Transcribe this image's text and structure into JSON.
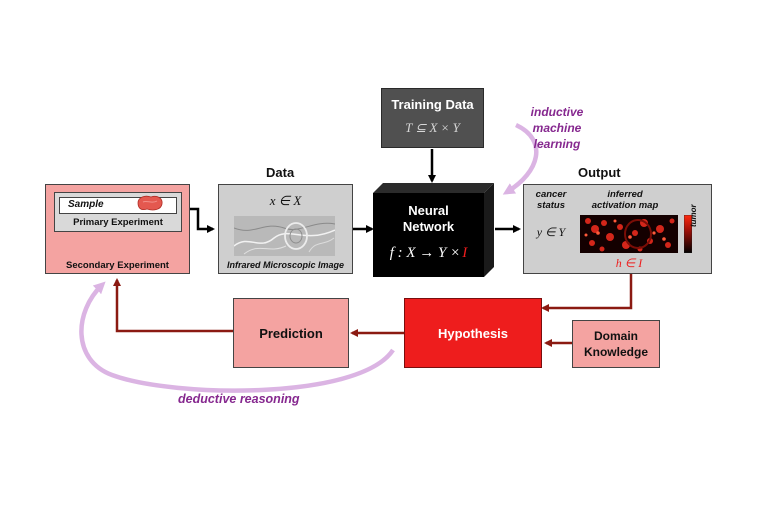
{
  "training": {
    "title": "Training Data",
    "formula": "T ⊆ X × Y"
  },
  "induction_label": [
    "inductive",
    "machine",
    "learning"
  ],
  "data_section": {
    "heading": "Data",
    "formula": "x ∈ X",
    "caption": "Infrared Microscopic Image"
  },
  "network": {
    "title_line1": "Neural",
    "title_line2": "Network",
    "formula_main": "f : X → Y ×",
    "formula_red": "I"
  },
  "output_section": {
    "heading": "Output",
    "cancer_status": [
      "cancer",
      "status"
    ],
    "activation_map": [
      "inferred",
      "activation map"
    ],
    "y_formula": "y ∈ Y",
    "h_formula": "h ∈ I",
    "colorbar_label": "tumor"
  },
  "experiment": {
    "sample": "Sample",
    "primary": "Primary Experiment",
    "secondary": "Secondary Experiment"
  },
  "prediction": "Prediction",
  "hypothesis": "Hypothesis",
  "domain_knowledge": [
    "Domain",
    "Knowledge"
  ],
  "deduction_label": "deductive reasoning",
  "colors": {
    "pink": "#f4a3a1",
    "red": "#ee1d1d",
    "dark_red": "#8b1a12",
    "purple": "#86288f",
    "lilac": "#dbb4e3",
    "gray": "#c8c8c8",
    "dark_gray": "#505050"
  }
}
